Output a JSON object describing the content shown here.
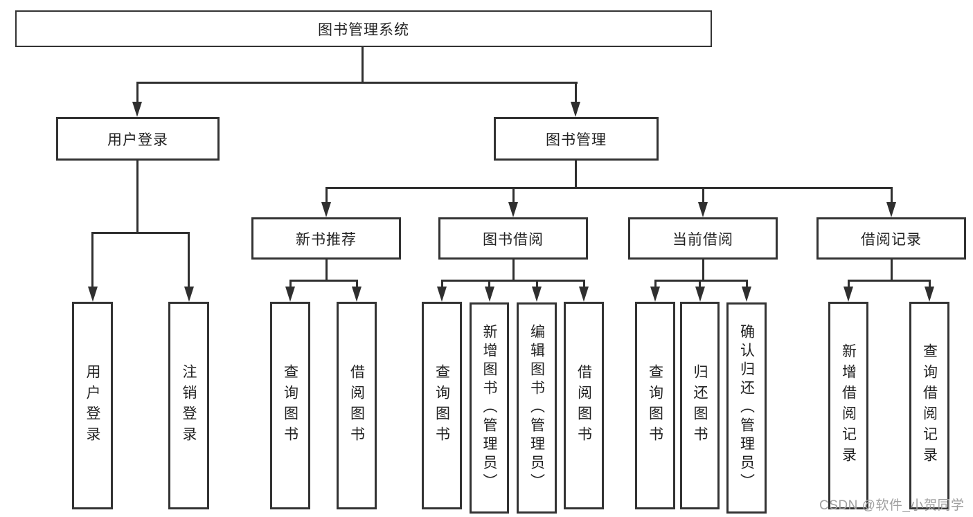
{
  "diagram": {
    "root": {
      "label": "图书管理系统"
    },
    "level1": [
      {
        "label": "用户登录"
      },
      {
        "label": "图书管理"
      }
    ],
    "level2": [
      {
        "label": "新书推荐",
        "parent": "图书管理"
      },
      {
        "label": "图书借阅",
        "parent": "图书管理"
      },
      {
        "label": "当前借阅",
        "parent": "图书管理"
      },
      {
        "label": "借阅记录",
        "parent": "图书管理"
      }
    ],
    "leaves": [
      {
        "label": "用户登录",
        "parent": "用户登录"
      },
      {
        "label": "注销登录",
        "parent": "用户登录"
      },
      {
        "label": "查询图书",
        "parent": "新书推荐"
      },
      {
        "label": "借阅图书",
        "parent": "新书推荐"
      },
      {
        "label": "查询图书",
        "parent": "图书借阅"
      },
      {
        "label": "新增图书（管理员）",
        "parent": "图书借阅"
      },
      {
        "label": "编辑图书（管理员）",
        "parent": "图书借阅"
      },
      {
        "label": "借阅图书",
        "parent": "图书借阅"
      },
      {
        "label": "查询图书",
        "parent": "当前借阅"
      },
      {
        "label": "归还图书",
        "parent": "当前借阅"
      },
      {
        "label": "确认归还（管理员）",
        "parent": "当前借阅"
      },
      {
        "label": "新增借阅记录",
        "parent": "借阅记录"
      },
      {
        "label": "查询借阅记录",
        "parent": "借阅记录"
      }
    ],
    "watermark": "CSDN @软件_小贺同学",
    "colors": {
      "line": "#2f2f2f",
      "border": "#333333",
      "text": "#222222",
      "watermark": "#a0a0a0",
      "background": "#ffffff"
    }
  }
}
